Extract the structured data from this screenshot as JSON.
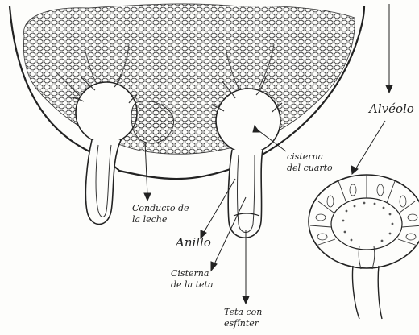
{
  "labels": {
    "alveolo": "Alvéolo",
    "cisterna_cuarto": [
      "cisterna",
      "del cuarto"
    ],
    "conducto": [
      "Conducto de",
      "la leche"
    ],
    "anillo": "Anillo",
    "cisterna_teta": [
      "Cisterna",
      "de la teta"
    ],
    "teta_esfinter": [
      "Teta con",
      "esfínter"
    ]
  },
  "colors": {
    "ink": "#222222",
    "paper": "#fdfdfb"
  }
}
